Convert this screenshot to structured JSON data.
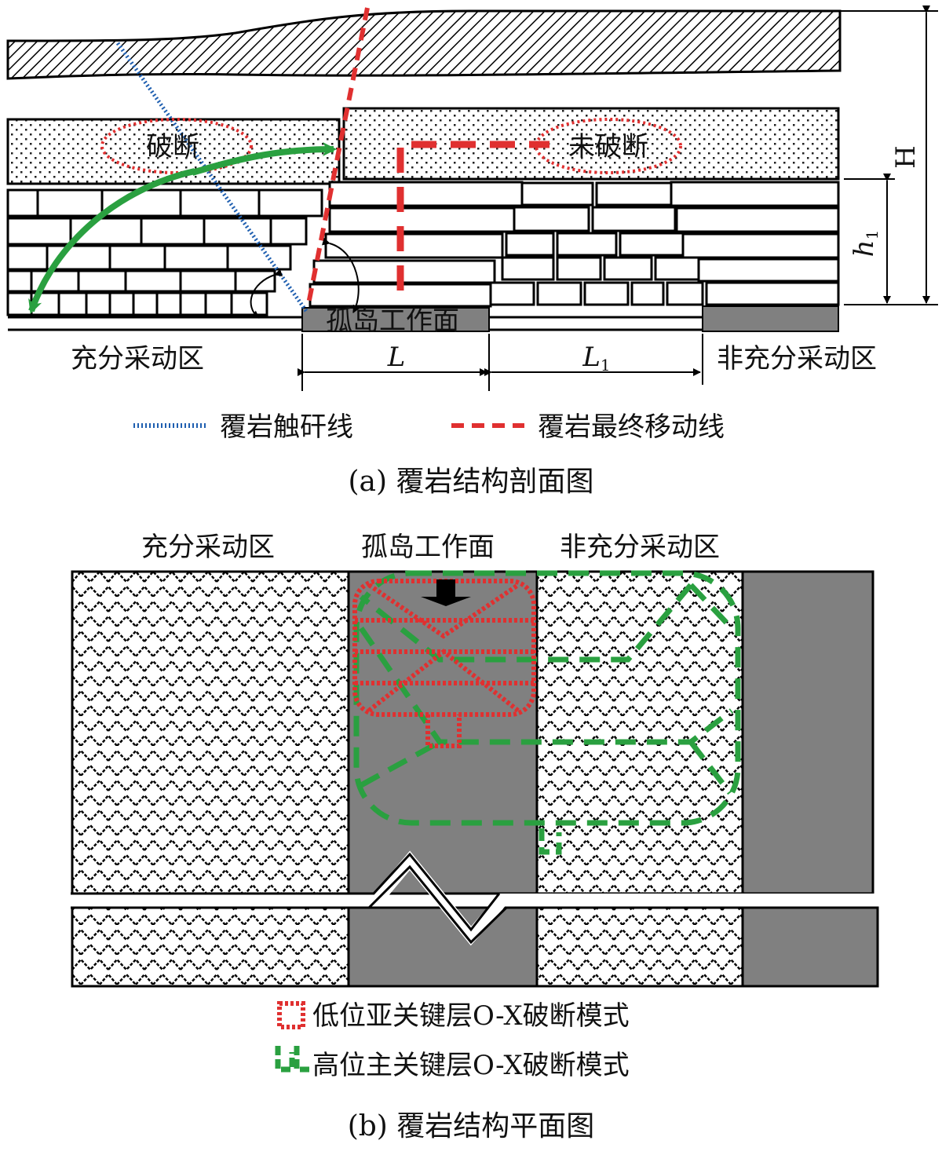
{
  "section_a": {
    "caption": "(a) 覆岩结构剖面图",
    "label_broken": "破断",
    "label_unbroken": "未破断",
    "label_fully_mined": "充分采动区",
    "label_island_face": "孤岛工作面",
    "label_not_fully_mined": "非充分采动区",
    "dim_L": "L",
    "dim_L1": "L",
    "dim_L1_sub": "1",
    "dim_H": "H",
    "dim_h1": "h",
    "dim_h1_sub": "1",
    "legend": [
      {
        "label": "覆岩触矸线",
        "color": "#1f5fb0",
        "style": "dotted"
      },
      {
        "label": "覆岩最终移动线",
        "color": "#e03030",
        "style": "dashed"
      }
    ]
  },
  "section_b": {
    "caption": "(b) 覆岩结构平面图",
    "label_fully_mined": "充分采动区",
    "label_island_face": "孤岛工作面",
    "label_not_fully_mined": "非充分采动区",
    "legend": [
      {
        "label": "低位亚关键层O-X破断模式",
        "color": "#e03030"
      },
      {
        "label": "高位主关键层O-X破断模式",
        "color": "#2aa040"
      }
    ]
  },
  "colors": {
    "gob_gray": "#808080",
    "red": "#e03030",
    "green": "#2aa040",
    "blue": "#1f5fb0"
  }
}
